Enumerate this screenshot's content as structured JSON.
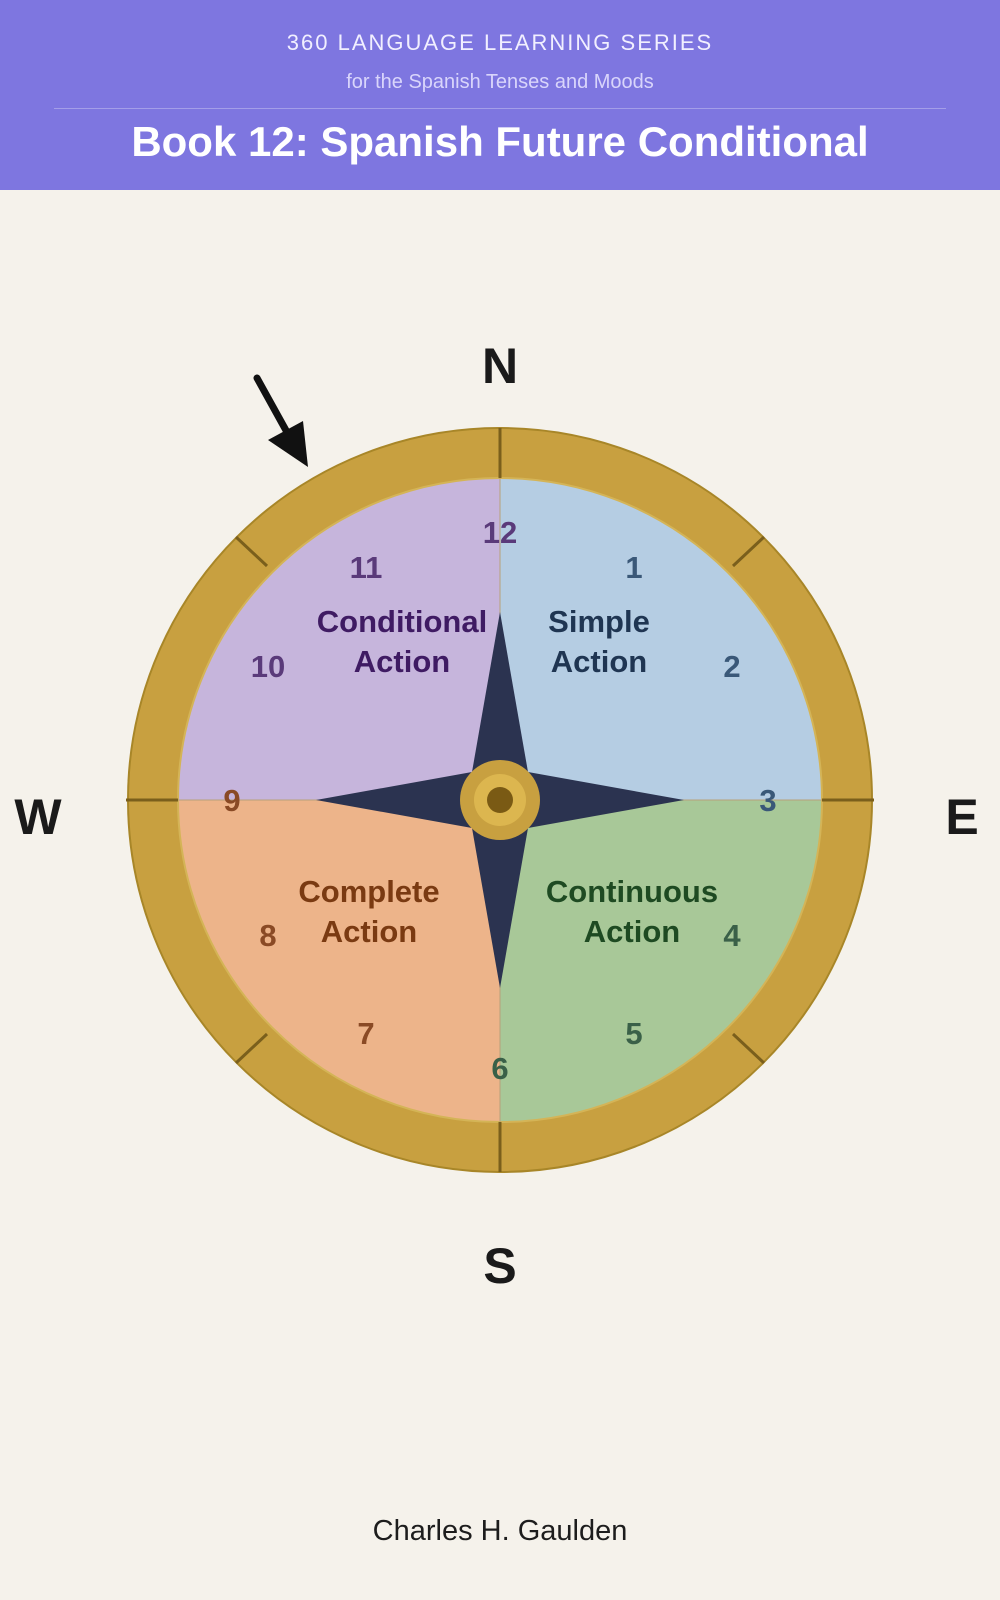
{
  "header": {
    "series": "360 LANGUAGE LEARNING SERIES",
    "subtitle": "for the Spanish Tenses and Moods",
    "title": "Book 12: Spanish Future Conditional"
  },
  "compass": {
    "directions": {
      "north": "N",
      "east": "E",
      "south": "S",
      "west": "W"
    },
    "quadrants": {
      "top_left": {
        "line1": "Conditional",
        "line2": "Action",
        "color": "#c6b5dc",
        "text_color": "#3f1b63"
      },
      "top_right": {
        "line1": "Simple",
        "line2": "Action",
        "color": "#b5cde3",
        "text_color": "#1f3552"
      },
      "bottom_left": {
        "line1": "Complete",
        "line2": "Action",
        "color": "#edb48a",
        "text_color": "#7a3a12"
      },
      "bottom_right": {
        "line1": "Continuous",
        "line2": "Action",
        "color": "#a8c898",
        "text_color": "#1e4a22"
      }
    },
    "hours": {
      "h12": "12",
      "h1": "1",
      "h2": "2",
      "h3": "3",
      "h4": "4",
      "h5": "5",
      "h6": "6",
      "h7": "7",
      "h8": "8",
      "h9": "9",
      "h10": "10",
      "h11": "11"
    },
    "ring_color": "#c8a040",
    "star_color": "#2b3350",
    "arrow_icon": "arrow-pointer-icon"
  },
  "author": "Charles H. Gaulden"
}
